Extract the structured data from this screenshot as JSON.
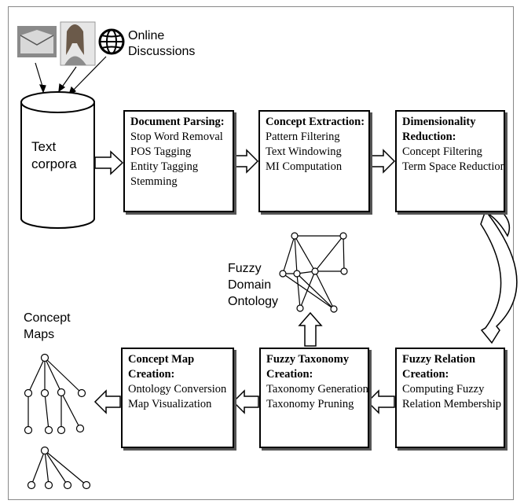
{
  "sources": {
    "label_line1": "Online",
    "label_line2": "Discussions"
  },
  "corpus": {
    "line1": "Text",
    "line2": "corpora"
  },
  "boxes": {
    "document_parsing": {
      "title": "Document Parsing:",
      "items": [
        "Stop Word Removal",
        "POS Tagging",
        "Entity Tagging",
        "Stemming"
      ]
    },
    "concept_extraction": {
      "title": "Concept Extraction:",
      "items": [
        "Pattern Filtering",
        "Text Windowing",
        "MI Computation"
      ]
    },
    "dimensionality_reduction": {
      "title_line1": "Dimensionality",
      "title_line2": "Reduction:",
      "items": [
        "Concept Filtering",
        "Term Space Reduction"
      ]
    },
    "fuzzy_relation": {
      "title_line1": "Fuzzy Relation",
      "title_line2": "Creation:",
      "items": [
        "Computing Fuzzy",
        "Relation Membership"
      ]
    },
    "fuzzy_taxonomy": {
      "title_line1": "Fuzzy Taxonomy",
      "title_line2": "Creation:",
      "items": [
        "Taxonomy Generation",
        "Taxonomy Pruning"
      ]
    },
    "concept_map": {
      "title_line1": "Concept Map",
      "title_line2": "Creation:",
      "items": [
        "Ontology Conversion",
        "Map Visualization"
      ]
    }
  },
  "ontology_label": {
    "line1": "Fuzzy",
    "line2": "Domain",
    "line3": "Ontology"
  },
  "maps_label": {
    "line1": "Concept",
    "line2": "Maps"
  },
  "icons": [
    "email-icon",
    "person-photo-icon",
    "globe-icon"
  ]
}
